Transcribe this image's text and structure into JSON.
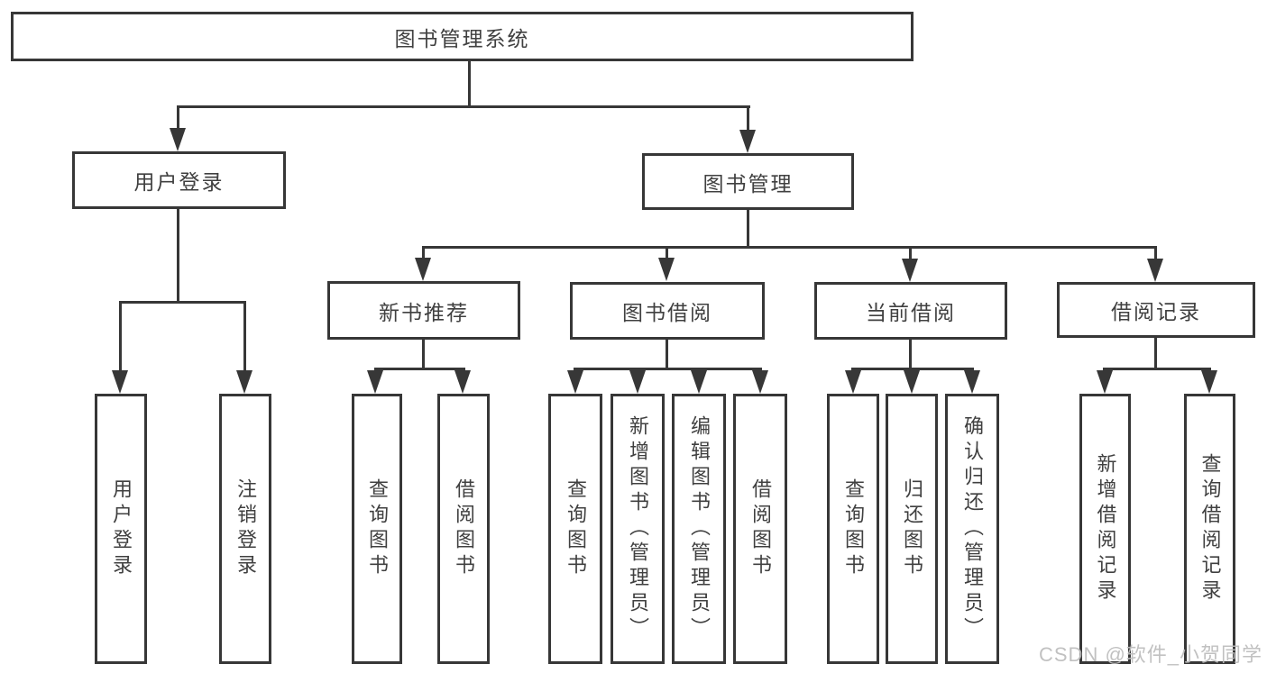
{
  "diagram_title": "图书管理系统",
  "tree": {
    "label": "图书管理系统",
    "children": [
      {
        "label": "用户登录",
        "children": [
          {
            "label": "用户登录"
          },
          {
            "label": "注销登录"
          }
        ]
      },
      {
        "label": "图书管理",
        "children": [
          {
            "label": "新书推荐",
            "children": [
              {
                "label": "查询图书"
              },
              {
                "label": "借阅图书"
              }
            ]
          },
          {
            "label": "图书借阅",
            "children": [
              {
                "label": "查询图书"
              },
              {
                "label": "新增图书（管理员）"
              },
              {
                "label": "编辑图书（管理员）"
              },
              {
                "label": "借阅图书"
              }
            ]
          },
          {
            "label": "当前借阅",
            "children": [
              {
                "label": "查询图书"
              },
              {
                "label": "归还图书"
              },
              {
                "label": "确认归还（管理员）"
              }
            ]
          },
          {
            "label": "借阅记录",
            "children": [
              {
                "label": "新增借阅记录"
              },
              {
                "label": "查询借阅记录"
              }
            ]
          }
        ]
      }
    ]
  },
  "watermark": "CSDN @软件_小贺同学",
  "colors": {
    "line": "#373737",
    "box_fill": "#ffffff",
    "text": "#404040",
    "watermark": "#bcbcbc",
    "background": "#ffffff"
  }
}
